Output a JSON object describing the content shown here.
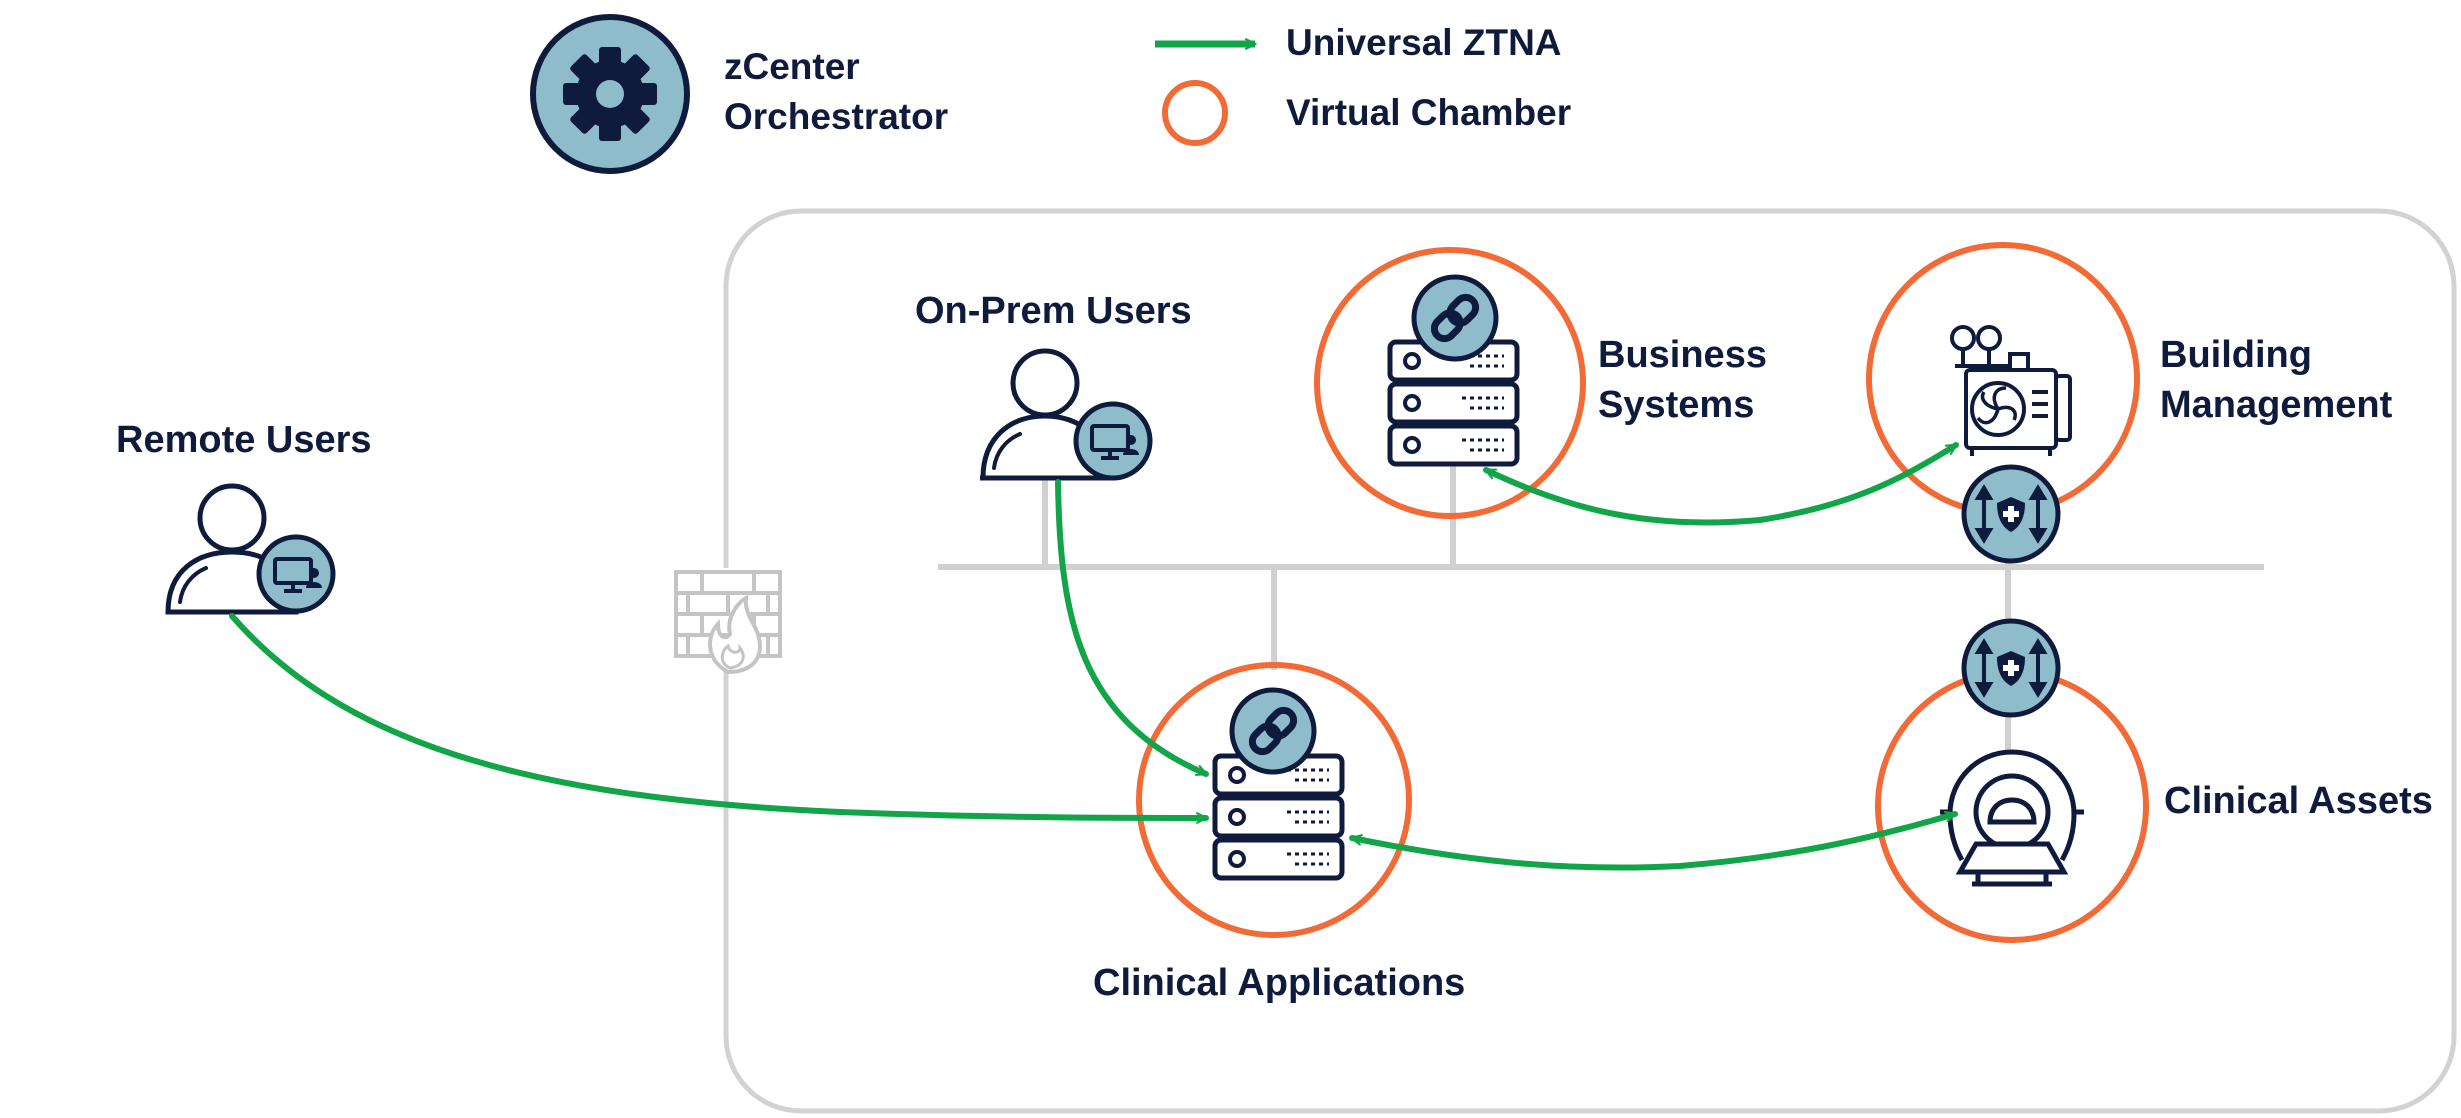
{
  "legend": {
    "orchestrator": {
      "line1": "zCenter",
      "line2": "Orchestrator",
      "icon": "gear-icon"
    },
    "ztna": {
      "label": "Universal ZTNA",
      "color": "#12a548"
    },
    "chamber": {
      "label": "Virtual Chamber",
      "color": "#f26a36"
    }
  },
  "nodes": {
    "remote_users": {
      "label": "Remote Users"
    },
    "onprem_users": {
      "label": "On-Prem Users"
    },
    "business_systems": {
      "line1": "Business",
      "line2": "Systems"
    },
    "building_management": {
      "line1": "Building",
      "line2": "Management"
    },
    "clinical_applications": {
      "label": "Clinical Applications"
    },
    "clinical_assets": {
      "label": "Clinical Assets"
    }
  },
  "colors": {
    "ztna_green": "#12a548",
    "chamber_orange": "#f26a36",
    "badge_blue": "#8fbccb",
    "outline_navy": "#0f1b3d",
    "network_gray": "#cfcfcf"
  }
}
